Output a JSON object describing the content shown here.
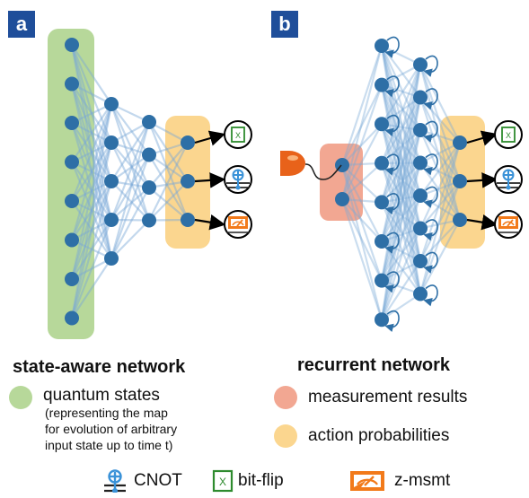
{
  "panels": [
    {
      "label": "a",
      "title": "state-aware network"
    },
    {
      "label": "b",
      "title": "recurrent network"
    }
  ],
  "legend_a": [
    {
      "label": "quantum states",
      "note": [
        "(representing the map",
        "for evolution of arbitrary",
        "input state up to time t)"
      ],
      "color": "#b7d89a"
    }
  ],
  "legend_b": [
    {
      "label": "measurement results",
      "color": "#f2a792"
    },
    {
      "label": "action probabilities",
      "color": "#fbd68f"
    }
  ],
  "gate_legend": [
    {
      "icon": "cnot-icon",
      "label": "CNOT"
    },
    {
      "icon": "bit-flip-icon",
      "label": "bit-flip"
    },
    {
      "icon": "z-msmt-icon",
      "label": "z-msmt"
    }
  ],
  "colors": {
    "node": "#2e6fa6",
    "edge": "#7aa9d6",
    "quantum_states": "#b7d89a",
    "measurement": "#f2a792",
    "action": "#fbd68f",
    "bitflip": "#2e8b2e",
    "zmsmt": "#f27a1a",
    "cnot": "#3a92d8",
    "panel_tag": "#1f4e9a"
  },
  "gate_symbol": "X"
}
